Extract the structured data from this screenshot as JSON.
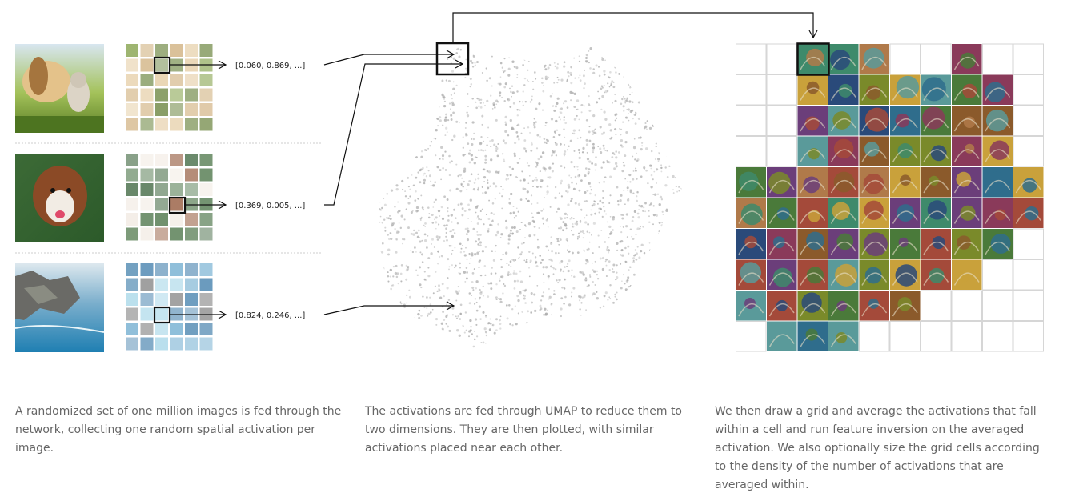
{
  "examples": [
    {
      "name": "puppy-kitten",
      "vector": "[0.060, 0.869, ...]",
      "colors": [
        "#7a9a3c",
        "#c9a46a",
        "#5e7a2e",
        "#e2c79a"
      ]
    },
    {
      "name": "dog",
      "vector": "[0.369, 0.005, ...]",
      "colors": [
        "#3f6b3b",
        "#8a4a2a",
        "#f0e8df",
        "#2f5a30"
      ]
    },
    {
      "name": "coast",
      "vector": "[0.824, 0.246, ...]",
      "colors": [
        "#5aa0c8",
        "#6a6a6a",
        "#9fd3e6",
        "#3a7aa8"
      ]
    }
  ],
  "captions": {
    "left": "A randomized set of one million images is fed through the network, collecting one random spatial activation per image.",
    "middle": "The activations are fed through UMAP to reduce them to two dimensions. They are then plotted, with similar activations placed near each other.",
    "right": "We then draw a grid and average the activations that fall within a cell and run feature inversion on the averaged activation. We also optionally size the grid cells according to the density of the number of activations that are averaged within."
  },
  "colors": {
    "scatter": "#aaaaaa",
    "divider": "#cccccc",
    "grid_line": "#d6d6d6",
    "arrow": "#111111",
    "caption_text": "#666666"
  }
}
